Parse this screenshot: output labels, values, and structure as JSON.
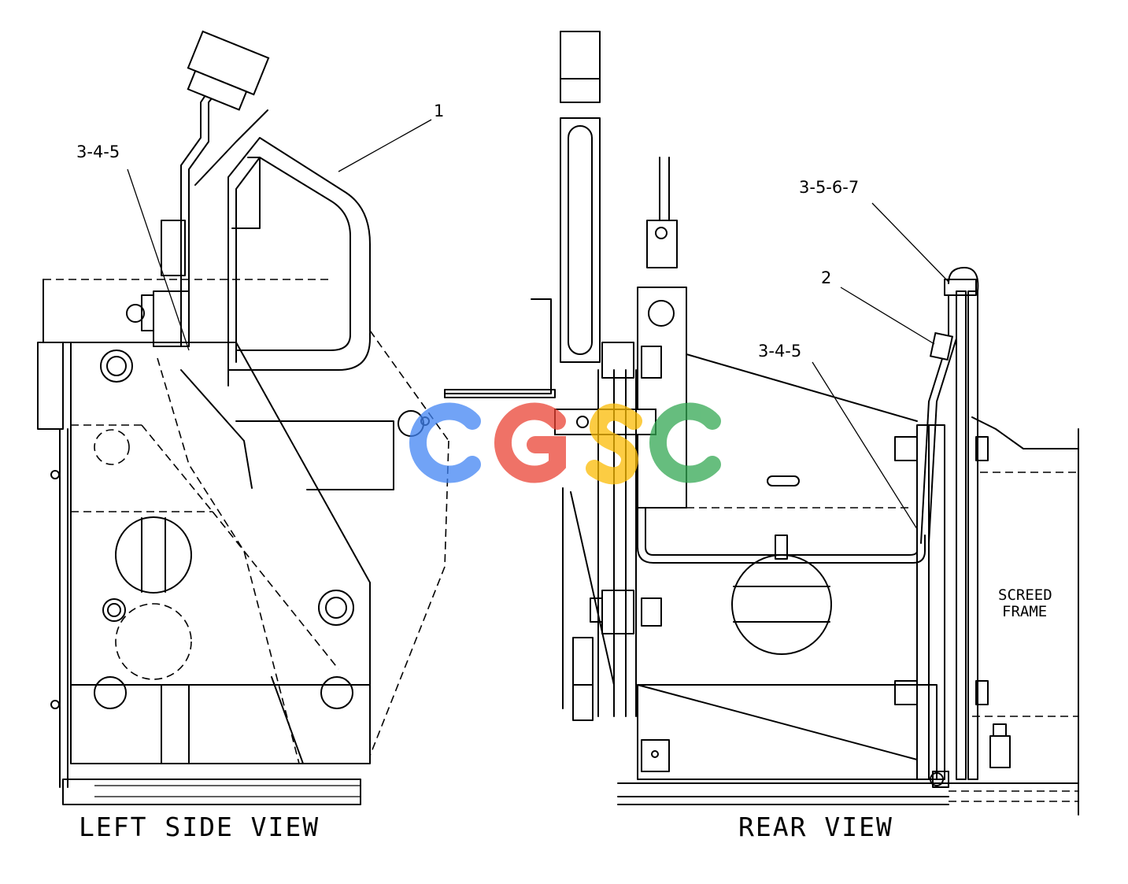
{
  "callouts": {
    "left_side": {
      "ref_1": "1",
      "ref_3_4_5": "3-4-5"
    },
    "rear": {
      "ref_2": "2",
      "ref_3_5_6_7": "3-5-6-7",
      "ref_3_4_5": "3-4-5"
    }
  },
  "view_labels": {
    "left": "LEFT SIDE VIEW",
    "rear": "REAR VIEW"
  },
  "notes": {
    "screed_frame_line1": "SCREED",
    "screed_frame_line2": "FRAME"
  },
  "watermark": {
    "letters": [
      "C",
      "G",
      "S",
      "C"
    ],
    "colors": [
      "#4285F4",
      "#EA4335",
      "#FBBC05",
      "#34A853"
    ]
  }
}
